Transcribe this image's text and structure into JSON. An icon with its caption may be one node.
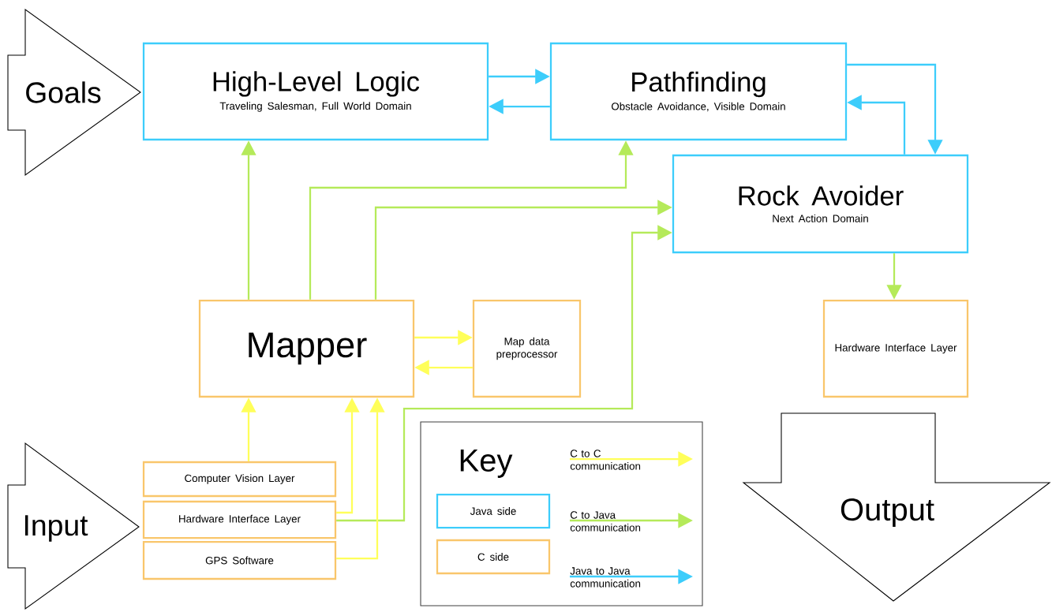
{
  "diagram": {
    "nodes": [
      {
        "text": [
          "Goals"
        ]
      },
      {
        "text": [
          "High-Level Logic",
          "Traveling Salesman, Full World Domain"
        ]
      },
      {
        "text": [
          "Pathfinding",
          "Obstacle Avoidance, Visible Domain"
        ]
      },
      {
        "text": [
          "Rock Avoider",
          "Next Action Domain"
        ]
      },
      {
        "text": [
          "Mapper"
        ]
      },
      {
        "text": [
          "Map data preprocessor"
        ]
      },
      {
        "text": [
          "Hardware Interface Layer"
        ]
      },
      {
        "text": [
          "Computer Vision Layer"
        ]
      },
      {
        "text": [
          "Hardware Interface Layer"
        ]
      },
      {
        "text": [
          "GPS Software"
        ]
      },
      {
        "text": [
          "Input"
        ]
      },
      {
        "text": [
          "Output"
        ]
      }
    ],
    "edges": [
      {
        "from": 1,
        "to": 2,
        "arrow": "to",
        "color": "#3dcdfb"
      },
      {
        "from": 2,
        "to": 1,
        "arrow": "to",
        "color": "#3dcdfb"
      },
      {
        "from": 2,
        "to": 3,
        "arrow": "to",
        "color": "#3dcdfb"
      },
      {
        "from": 3,
        "to": 2,
        "arrow": "to",
        "color": "#3dcdfb"
      },
      {
        "from": 4,
        "to": 1,
        "arrow": "to",
        "color": "#b5ea5a"
      },
      {
        "from": 4,
        "to": 2,
        "arrow": "to",
        "color": "#b5ea5a"
      },
      {
        "from": 4,
        "to": 3,
        "arrow": "to",
        "color": "#b5ea5a"
      },
      {
        "from": 8,
        "to": 3,
        "arrow": "to",
        "color": "#b5ea5a"
      },
      {
        "from": 3,
        "to": 6,
        "arrow": "to",
        "color": "#b5ea5a"
      },
      {
        "from": 4,
        "to": 5,
        "arrow": "to",
        "color": "#ffff5a"
      },
      {
        "from": 5,
        "to": 4,
        "arrow": "to",
        "color": "#ffff5a"
      },
      {
        "from": 7,
        "to": 4,
        "arrow": "to",
        "color": "#ffff5a"
      },
      {
        "from": 8,
        "to": 4,
        "arrow": "to",
        "color": "#ffff5a"
      },
      {
        "from": 9,
        "to": 4,
        "arrow": "to",
        "color": "#ffff5a"
      }
    ],
    "labels": [
      "Key"
    ],
    "legend": [
      {
        "text": "Java side"
      },
      {
        "text": "C side"
      },
      {
        "text": "C to C communication"
      },
      {
        "text": "C to Java communication"
      },
      {
        "text": "Java to Java communication"
      }
    ]
  }
}
